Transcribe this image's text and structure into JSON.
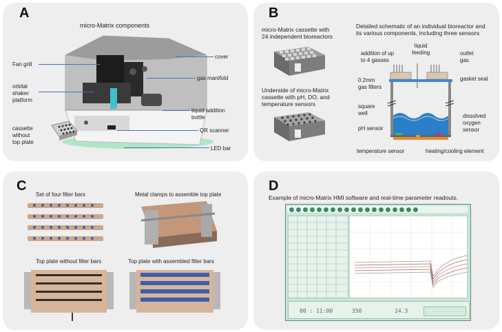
{
  "panels": {
    "a": {
      "letter": "A",
      "title": "micro-Matrix components",
      "labels": {
        "fan_grill": "Fan grill",
        "orbital": "orbital\nshaker\nplatform",
        "cassette": "cassette\nwithout\ntop plate",
        "cover": "cover",
        "gas_manifold": "gas manifold",
        "liquid_bottle": "liquid addition\nbottle",
        "qr": "QR scanner",
        "led": "LED bar"
      }
    },
    "b": {
      "letter": "B",
      "cassette_top": "micro-Matrix cassette with\n24 independent bioreactors",
      "cassette_under": "Underside of micro-Matrix\ncassette with pH, DO, and\ntemperature sensors",
      "schematic_title": "Detailed schematic of an individual bioreactor and\nits various components, including three sensors",
      "labels": {
        "addition": "addition of up\nto 4 gasses",
        "liquid_feeding": "liquid\nfeeding",
        "outlet_gas": "outlet\ngas",
        "filters": "0.2mm\ngas filters",
        "gasket": "gasket seal",
        "square_well": "square\nwell",
        "dissolved": "dissolved\noxygen\nsensor",
        "ph": "pH sensor",
        "temp": "temperature sensor",
        "heating": "heating/cooling element"
      }
    },
    "c": {
      "letter": "C",
      "captions": {
        "filter_bars": "Set of four filter bars",
        "clamps": "Metal clamps to assemble top plate",
        "top_without": "Top plate without filter bars",
        "top_with": "Top plate with assembled filter bars"
      }
    },
    "d": {
      "letter": "D",
      "caption": "Example of micro-Matrix HMI software and real-time parameter readouts.",
      "readouts": {
        "time": "00 : 11:00",
        "value1": "350",
        "value2": "24.3"
      }
    }
  },
  "colors": {
    "panel_bg": "#eeeeee",
    "pointer_line": "#4a72b8",
    "liquid": "#2a7fc8",
    "led_glow": "#37d67a",
    "hmi_green": "#c9e5d6"
  }
}
